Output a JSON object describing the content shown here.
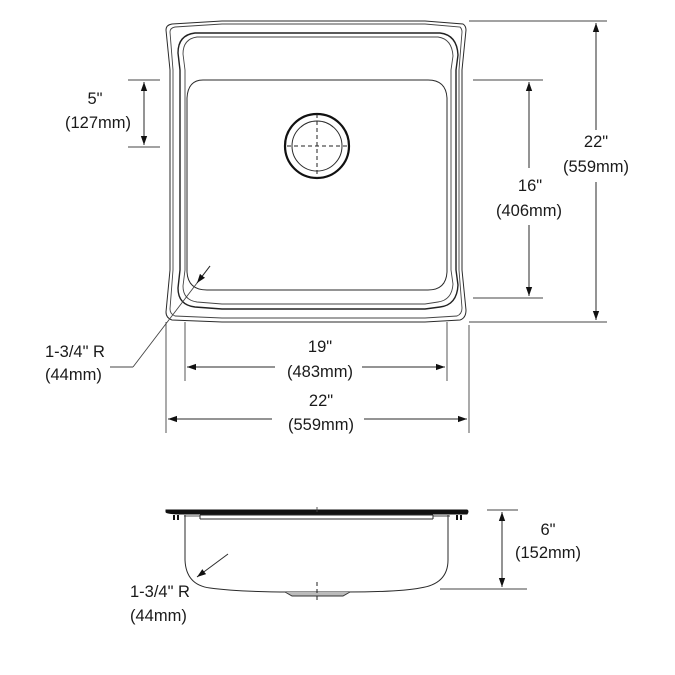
{
  "diagram": {
    "type": "technical-drawing",
    "subject": "single-bowl drop-in sink",
    "views": [
      "top-view",
      "side-view"
    ],
    "colors": {
      "line": "#2a2a2a",
      "background": "#ffffff",
      "text": "#1a1a1a"
    }
  },
  "top_view": {
    "dims": {
      "bowl_offset": {
        "inch": "5\"",
        "mm": "(127mm)"
      },
      "bowl_length": {
        "inch": "16\"",
        "mm": "(406mm)"
      },
      "overall_length": {
        "inch": "22\"",
        "mm": "(559mm)"
      },
      "bowl_width": {
        "inch": "19\"",
        "mm": "(483mm)"
      },
      "overall_width": {
        "inch": "22\"",
        "mm": "(559mm)"
      },
      "corner_radius": {
        "inch": "1-3/4\" R",
        "mm": "(44mm)"
      }
    }
  },
  "side_view": {
    "dims": {
      "depth": {
        "inch": "6\"",
        "mm": "(152mm)"
      },
      "corner_radius": {
        "inch": "1-3/4\" R",
        "mm": "(44mm)"
      }
    }
  }
}
